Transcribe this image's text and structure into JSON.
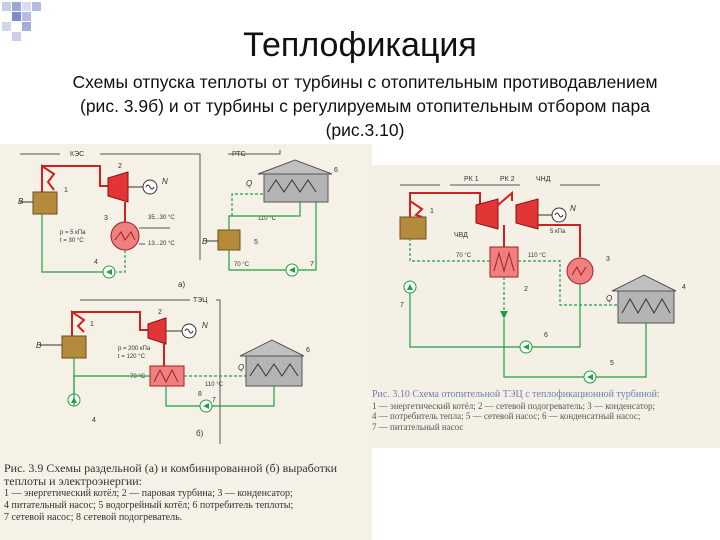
{
  "slide": {
    "title": "Теплофикация",
    "subtitle": "Схемы отпуска теплоты от турбины с отопительным противодавлением (рис. 3.9б) и от турбины с регулируемым отопительным отбором пара (рис.3.10)"
  },
  "fig39": {
    "a": {
      "label_kes": "КЭС",
      "label_rts": "РТС",
      "n1": "1",
      "n2": "2",
      "n3": "3",
      "n4": "4",
      "n5": "5",
      "n6": "6",
      "n7": "7",
      "B": "B",
      "N": "N",
      "Q": "Q",
      "B2": "B",
      "t1": "35...30 °C",
      "t2": "13...20 °C",
      "t3": "110 °C",
      "t4": "70 °C",
      "p": "p = 5 кПа",
      "tk": "t = 30 °C",
      "letter": "а)"
    },
    "b": {
      "label_tec": "ТЭЦ",
      "n1": "1",
      "n2": "2",
      "n4": "4",
      "n6": "6",
      "n7": "7",
      "n8": "8",
      "B": "B",
      "N": "N",
      "Q": "Q",
      "p": "p = 200 кПа",
      "tk": "t = 120 °C",
      "t1": "70 °C",
      "t2": "110 °C",
      "letter": "б)"
    },
    "caption_title": "Рис. 3.9  Схемы раздельной (а) и комбинированной (б) выработки теплоты и электроэнергии:",
    "caption_lines": [
      "1 — энергетический котёл; 2 — паровая турбина; 3 — конденсатор;",
      "4      питательный насос; 5      водогрейный котёл; 6      потребитель теплоты;",
      "7      сетевой насос; 8      сетевой подогреватель."
    ]
  },
  "fig310": {
    "labels": {
      "rk1": "РК 1",
      "rk2": "РК 2",
      "chvd": "ЧВД",
      "chnd": "ЧНД",
      "n1": "1",
      "n2": "2",
      "n3": "3",
      "n4": "4",
      "n5": "5",
      "n6": "6",
      "n7": "7",
      "N": "N",
      "Q": "Q",
      "p": "5 кПа",
      "t1": "70 °C",
      "t2": "110 °C"
    },
    "caption_title": "Рис. 3.10  Схема отопительной ТЭЦ с теплофикационной турбиной:",
    "caption_lines": [
      "1 — энергетический котёл; 2 — сетевой подогреватель; 3 — конденсатор;",
      "4 — потребитель тепла; 5 — сетевой насос; 6 — конденсатный насос;",
      "7 — питательный насос"
    ]
  }
}
